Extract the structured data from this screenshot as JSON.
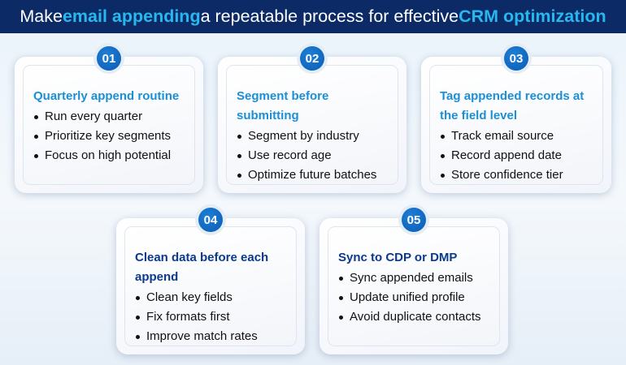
{
  "header": {
    "part1": "Make ",
    "hl1": "email appending",
    "part2": " a repeatable process for effective ",
    "hl2": "CRM optimization"
  },
  "cards": [
    {
      "number": "01",
      "title": "Quarterly append routine",
      "items": [
        "Run every quarter",
        "Prioritize key segments",
        "Focus on high potential"
      ]
    },
    {
      "number": "02",
      "title": "Segment before submitting",
      "items": [
        "Segment by industry",
        "Use record age",
        "Optimize future batches"
      ]
    },
    {
      "number": "03",
      "title": "Tag appended records at the field level",
      "items": [
        "Track email source",
        "Record append date",
        "Store confidence tier"
      ]
    },
    {
      "number": "04",
      "title": "Clean data before each append",
      "items": [
        "Clean key fields",
        "Fix formats first",
        "Improve match rates"
      ]
    },
    {
      "number": "05",
      "title": "Sync to CDP or DMP",
      "items": [
        "Sync appended emails",
        "Update unified profile",
        "Avoid duplicate contacts"
      ]
    }
  ],
  "colors": {
    "header_bg": "#0b2a66",
    "highlight": "#28b8f0",
    "title_blue": "#1a8fd6",
    "badge": "#0b5bb3"
  }
}
